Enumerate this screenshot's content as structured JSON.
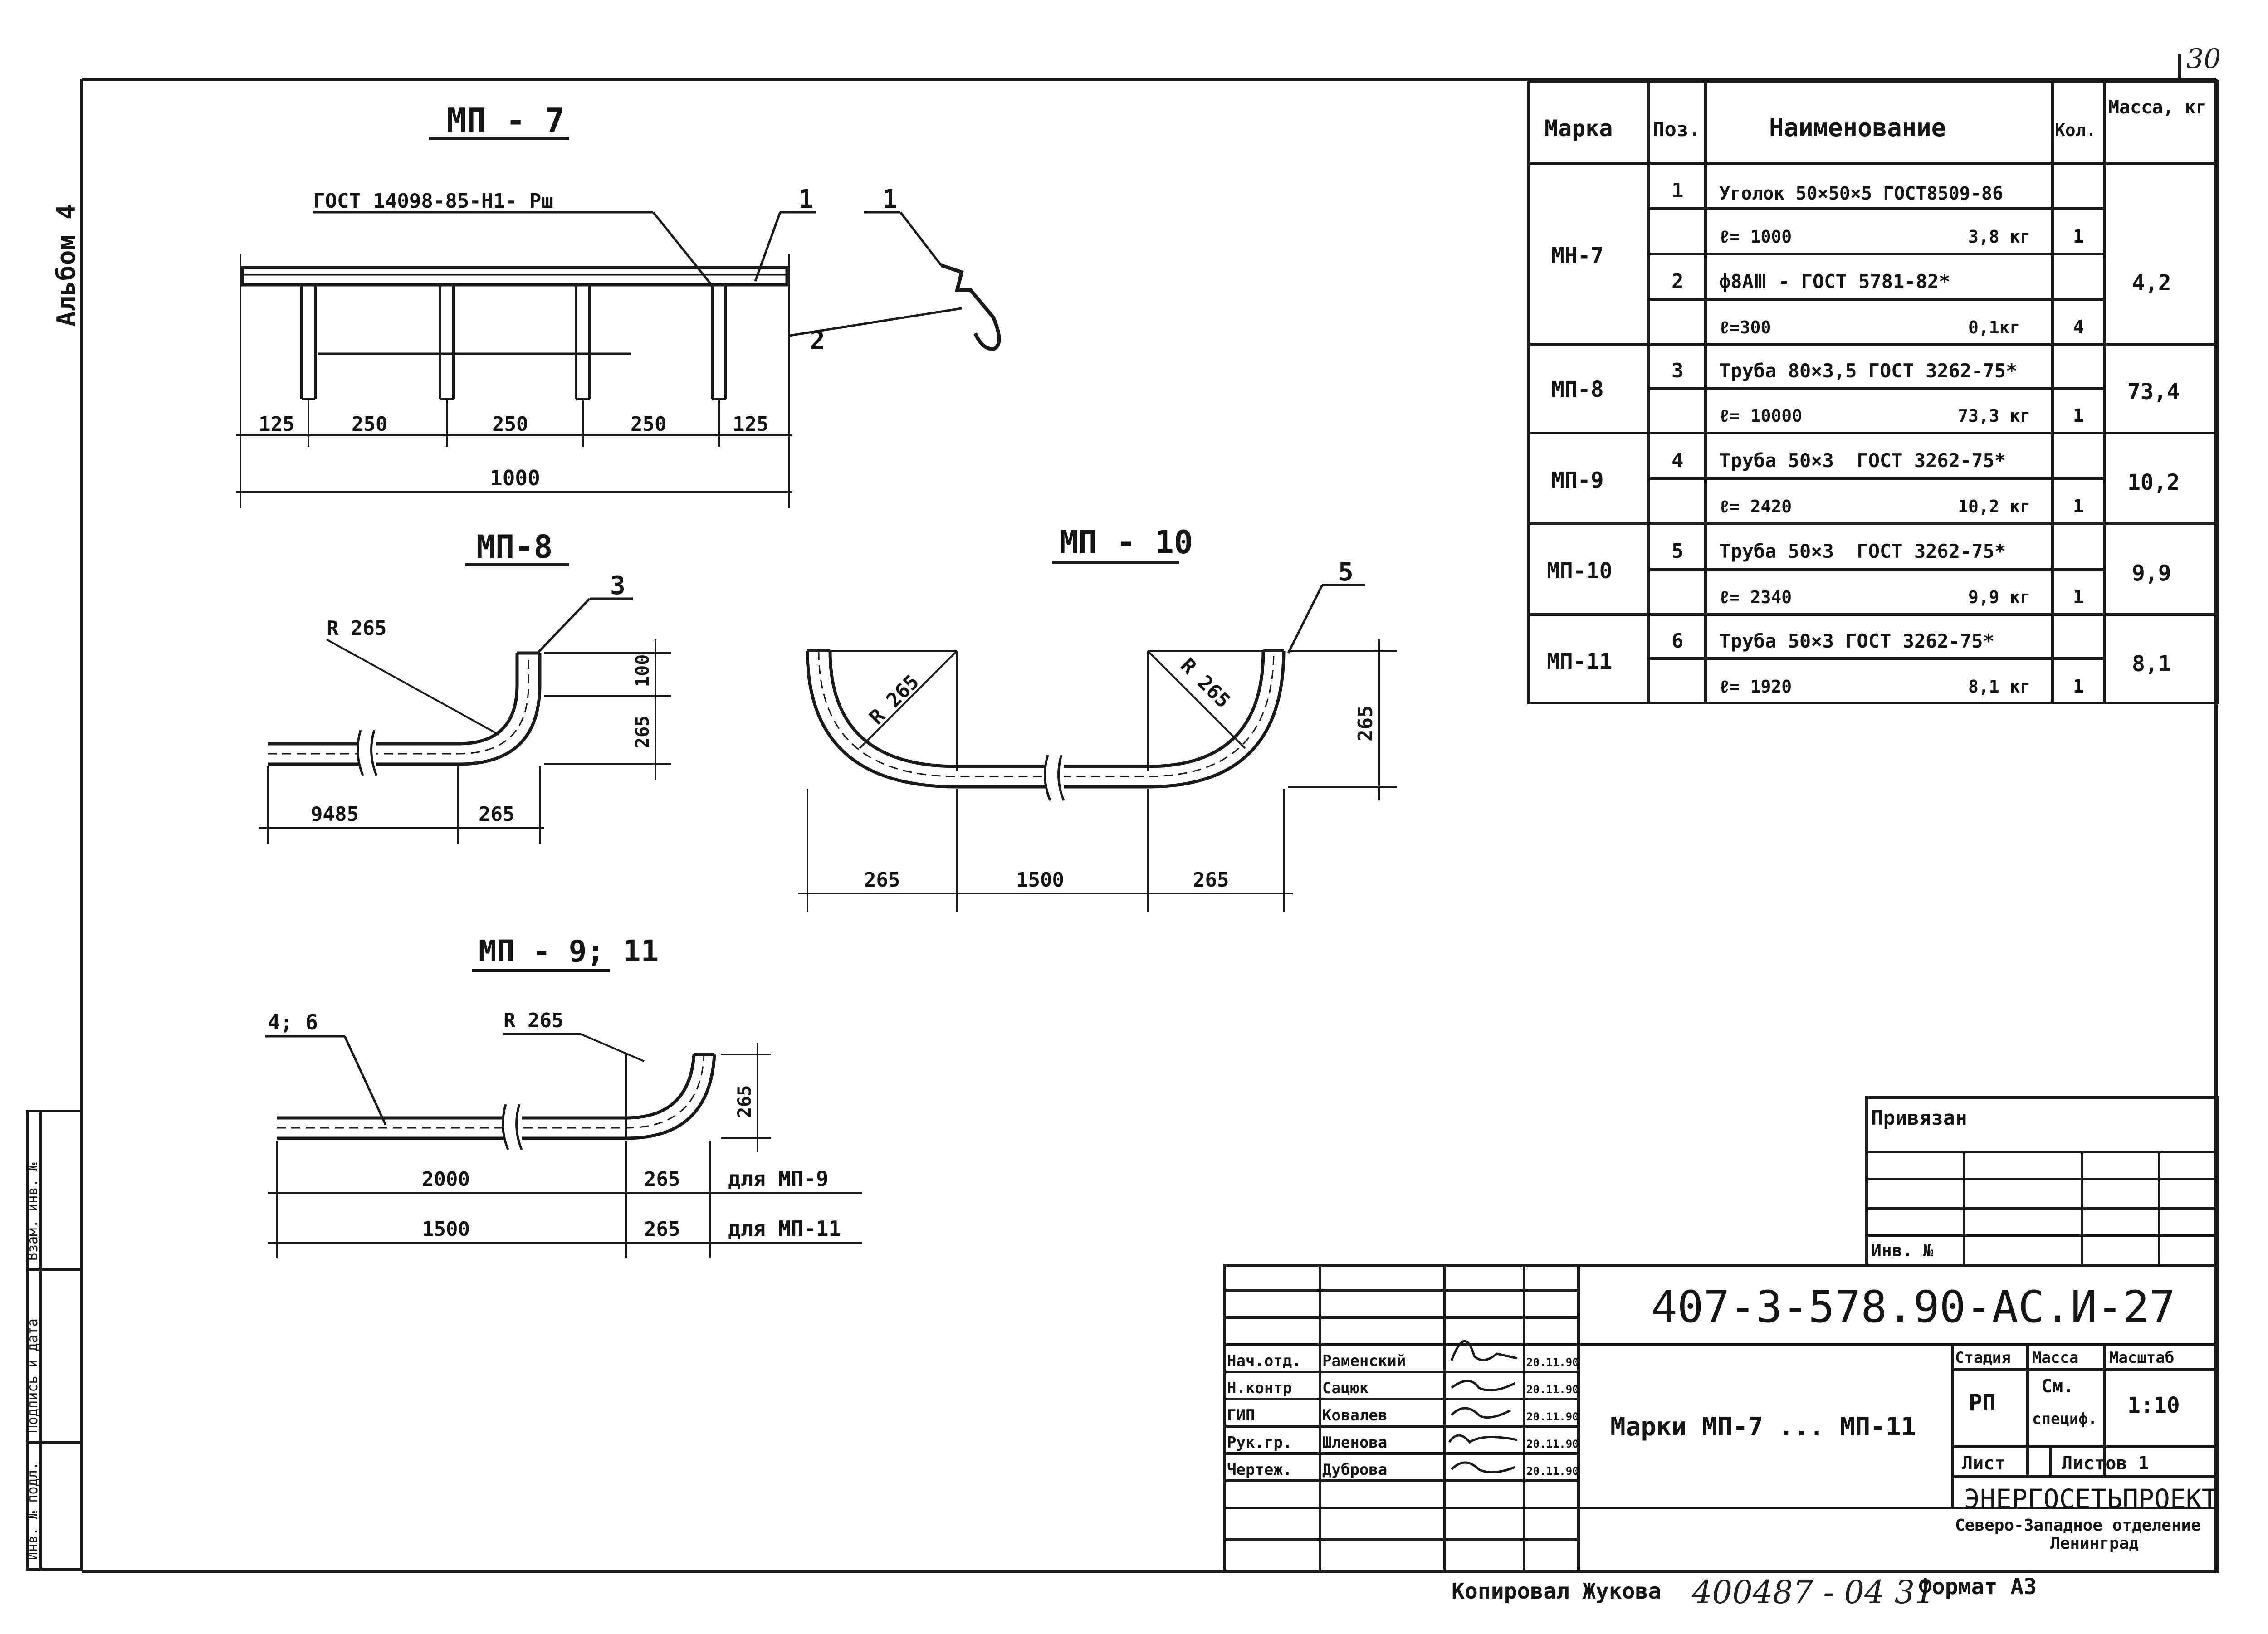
{
  "page_number": "30",
  "album_label": "Альбом 4",
  "drawings": {
    "mp7": {
      "title": "МП - 7",
      "gost_label": "ГОСТ 14098-85-Н1- Рш",
      "callout_1a": "1",
      "callout_1b": "1",
      "callout_2": "2",
      "dims": [
        "125",
        "250",
        "250",
        "250",
        "125"
      ],
      "total": "1000"
    },
    "mp8": {
      "title": "МП-8",
      "callout": "3",
      "radius": "R 265",
      "dim_h1": "100",
      "dim_h2": "265",
      "dim_len": "9485",
      "dim_bend": "265"
    },
    "mp10": {
      "title": "МП - 10",
      "callout": "5",
      "radius_left": "R 265",
      "radius_right": "R 265",
      "dim_left": "265",
      "dim_mid": "1500",
      "dim_right": "265",
      "dim_height": "265"
    },
    "mp9_11": {
      "title": "МП - 9; 11",
      "callout": "4; 6",
      "radius": "R 265",
      "dim_height": "265",
      "row1_len": "2000",
      "row1_bend": "265",
      "row1_note": "для  МП-9",
      "row2_len": "1500",
      "row2_bend": "265",
      "row2_note": "для  МП-11"
    }
  },
  "spec_table": {
    "headers": [
      "Марка",
      "Поз.",
      "Наименование",
      "Кол.",
      "Масса, кг"
    ],
    "groups": [
      {
        "mark": "МН-7",
        "mass": "4,2",
        "rows": [
          {
            "pos": "1",
            "name": "Уголок 50×50×5 ГОСТ8509-86",
            "qty": ""
          },
          {
            "pos": "",
            "name": "ℓ= 1000                 3,8 кг",
            "qty": "1"
          },
          {
            "pos": "2",
            "name": "ф8АⅢ - ГОСТ 5781-82*",
            "qty": ""
          },
          {
            "pos": "",
            "name": "ℓ=300                   0,1кг",
            "qty": "4"
          }
        ]
      },
      {
        "mark": "МП-8",
        "mass": "73,4",
        "rows": [
          {
            "pos": "3",
            "name": "Труба 80×3,5 ГОСТ 3262-75*",
            "qty": ""
          },
          {
            "pos": "",
            "name": "ℓ= 10000               73,3 кг",
            "qty": "1"
          }
        ]
      },
      {
        "mark": "МП-9",
        "mass": "10,2",
        "rows": [
          {
            "pos": "4",
            "name": "Труба 50×3  ГОСТ 3262-75*",
            "qty": ""
          },
          {
            "pos": "",
            "name": "ℓ= 2420                10,2 кг",
            "qty": "1"
          }
        ]
      },
      {
        "mark": "МП-10",
        "mass": "9,9",
        "rows": [
          {
            "pos": "5",
            "name": "Труба 50×3  ГОСТ 3262-75*",
            "qty": ""
          },
          {
            "pos": "",
            "name": "ℓ= 2340                 9,9 кг",
            "qty": "1"
          }
        ]
      },
      {
        "mark": "МП-11",
        "mass": "8,1",
        "rows": [
          {
            "pos": "6",
            "name": "Труба 50×3 ГОСТ 3262-75*",
            "qty": ""
          },
          {
            "pos": "",
            "name": "ℓ= 1920                 8,1 кг",
            "qty": "1"
          }
        ]
      }
    ]
  },
  "binding_box": {
    "title": "Привязан",
    "inv_label": "Инв. №"
  },
  "title_block": {
    "doc_code": "407-3-578.90-АС.И-27",
    "signatures": [
      {
        "role": "Нач.отд.",
        "name": "Раменский",
        "date": "20.11.90"
      },
      {
        "role": "Н.контр",
        "name": "Сацюк",
        "date": "20.11.90"
      },
      {
        "role": "ГИП",
        "name": "Ковалев",
        "date": "20.11.90"
      },
      {
        "role": "Рук.гр.",
        "name": "Шленова",
        "date": "20.11.90"
      },
      {
        "role": "Чертеж.",
        "name": "Дуброва",
        "date": "20.11.90"
      }
    ],
    "sheet_title": "Марки  МП-7 ... МП-11",
    "stage_label": "Стадия",
    "mass_label": "Масса",
    "scale_label": "Масштаб",
    "stage_value": "РП",
    "mass_value_1": "См.",
    "mass_value_2": "специф.",
    "scale_value": "1:10",
    "sheet_label": "Лист",
    "sheets_label": "Листов 1",
    "org_name": "ЭНЕРГОСЕТЬПРОЕКТ",
    "org_dept": "Северо-Западное отделение",
    "org_city": "Ленинград"
  },
  "footer": {
    "copied_by": "Копировал Жукова",
    "stamp": "400487 - 04 31",
    "format": "Формат  А3"
  },
  "left_margin_stamps": [
    "Взам. инв. №",
    "Подпись и дата",
    "Инв. № подл."
  ]
}
